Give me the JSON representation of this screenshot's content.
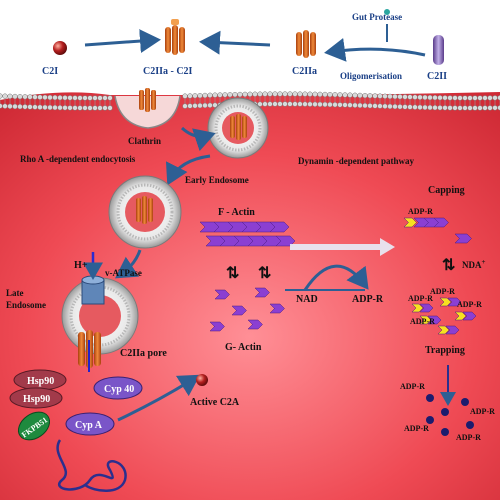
{
  "labels": {
    "c2i": "C2I",
    "c2iia_c2i": "C2IIa - C2I",
    "c2iia": "C2IIa",
    "c2ii": "C2II",
    "gut_protease": "Gut Protease",
    "oligomerisation": "Oligomerisation",
    "clathrin": "Clathrin",
    "rhoa": "Rho A -dependent endocytosis",
    "dynamin": "Dynamin -dependent pathway",
    "early_endosome": "Early Endosome",
    "f_actin": "F - Actin",
    "g_actin": "G- Actin",
    "h_plus": "H+",
    "v_atpase": "v-ATPase",
    "late_endosome_1": "Late",
    "late_endosome_2": "Endosome",
    "c2iia_pore": "C2IIa pore",
    "hsp90_1": "Hsp90",
    "hsp90_2": "Hsp90",
    "cyp40": "Cyp 40",
    "cypa": "Cyp A",
    "fkbp51": "FKPB51",
    "active_c2a": "Active C2A",
    "nad": "NAD",
    "adp_r_mid": "ADP-R",
    "capping": "Capping",
    "adp_r_cap": "ADP-R",
    "nda": "NDA",
    "nda_plus": "+",
    "trapping": "Trapping",
    "adp_r_trap1": "ADP-R",
    "adp_r_trap2": "ADP-R",
    "adp_r_trap3": "ADP-R",
    "adp_r_trap4": "ADP-R",
    "adp_r_bottom1": "ADP-R",
    "adp_r_bottom2": "ADP-R",
    "adp_r_bottom3": "ADP-R",
    "adp_r_bottom4": "ADP-R"
  },
  "colors": {
    "cell": "#ef4f58",
    "arrow": "#2d5f94",
    "text_blue": "#1a3f86",
    "actin": "#8b3fd2",
    "adpr": "#f7e020",
    "hsp90": "#a23a4a",
    "cyp": "#7a55c8",
    "fkbp": "#1e8a3e",
    "protein": "#d4601b"
  }
}
